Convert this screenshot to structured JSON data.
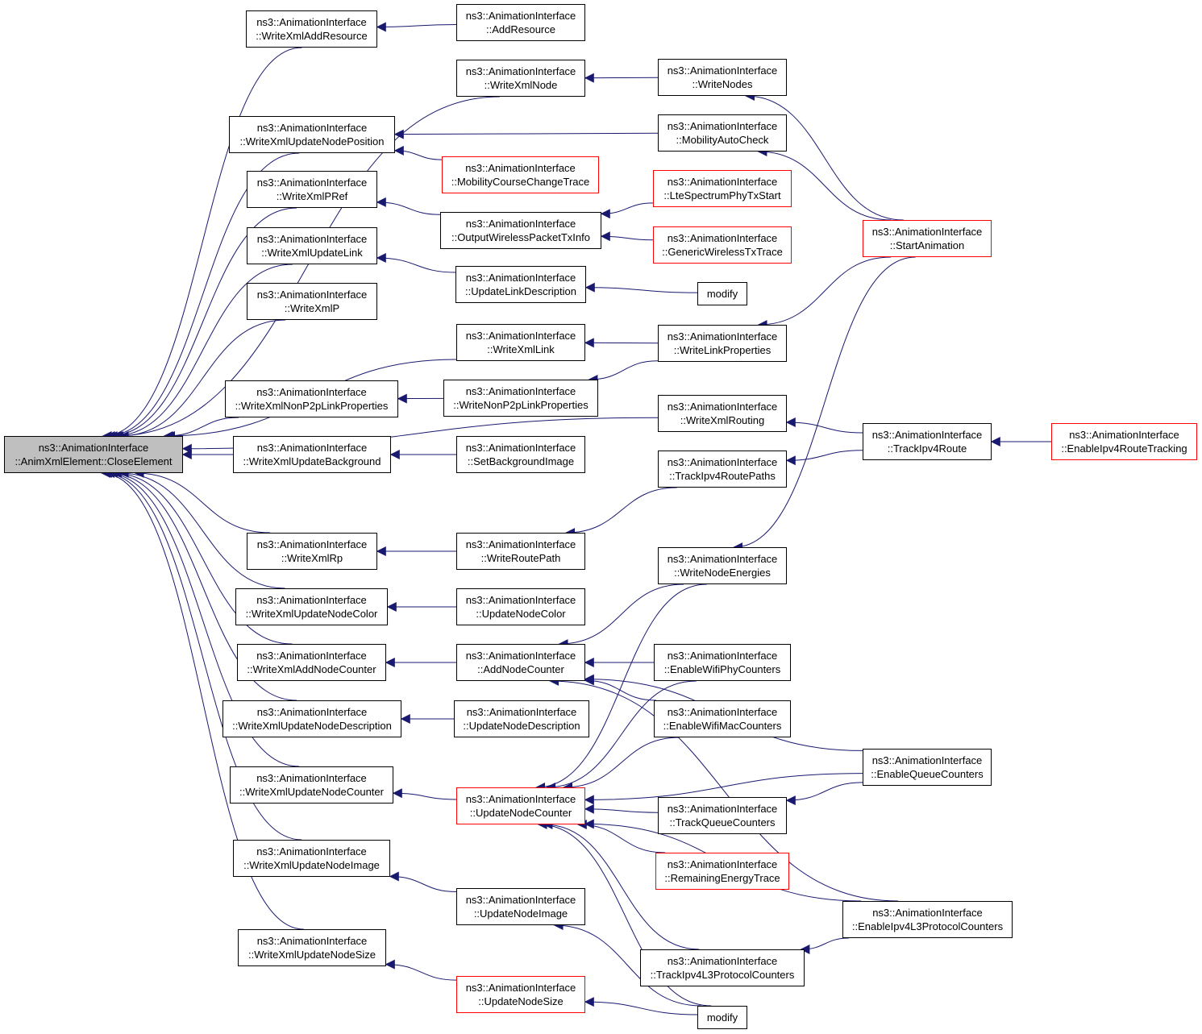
{
  "diagram": {
    "style": {
      "edge_color": "#191970",
      "focus_fill": "#bfbfbf",
      "normal_border": "#000000",
      "incomplete_border": "#ff0000"
    },
    "nodes": [
      {
        "id": "close",
        "line1": "ns3::AnimationInterface",
        "line2": "::AnimXmlElement::CloseElement",
        "kind": "focus"
      },
      {
        "id": "wxAddRes",
        "line1": "ns3::AnimationInterface",
        "line2": "::WriteXmlAddResource",
        "kind": "normal"
      },
      {
        "id": "addRes",
        "line1": "ns3::AnimationInterface",
        "line2": "::AddResource",
        "kind": "normal"
      },
      {
        "id": "wxNode",
        "line1": "ns3::AnimationInterface",
        "line2": "::WriteXmlNode",
        "kind": "normal"
      },
      {
        "id": "writeNodes",
        "line1": "ns3::AnimationInterface",
        "line2": "::WriteNodes",
        "kind": "normal"
      },
      {
        "id": "wxUpdPos",
        "line1": "ns3::AnimationInterface",
        "line2": "::WriteXmlUpdateNodePosition",
        "kind": "normal"
      },
      {
        "id": "mobAuto",
        "line1": "ns3::AnimationInterface",
        "line2": "::MobilityAutoCheck",
        "kind": "normal"
      },
      {
        "id": "mobCourse",
        "line1": "ns3::AnimationInterface",
        "line2": "::MobilityCourseChangeTrace",
        "kind": "red"
      },
      {
        "id": "wxPRef",
        "line1": "ns3::AnimationInterface",
        "line2": "::WriteXmlPRef",
        "kind": "normal"
      },
      {
        "id": "outWireless",
        "line1": "ns3::AnimationInterface",
        "line2": "::OutputWirelessPacketTxInfo",
        "kind": "normal"
      },
      {
        "id": "lteTx",
        "line1": "ns3::AnimationInterface",
        "line2": "::LteSpectrumPhyTxStart",
        "kind": "red"
      },
      {
        "id": "genWireless",
        "line1": "ns3::AnimationInterface",
        "line2": "::GenericWirelessTxTrace",
        "kind": "red"
      },
      {
        "id": "startAnim",
        "line1": "ns3::AnimationInterface",
        "line2": "::StartAnimation",
        "kind": "red"
      },
      {
        "id": "wxUpdLink",
        "line1": "ns3::AnimationInterface",
        "line2": "::WriteXmlUpdateLink",
        "kind": "normal"
      },
      {
        "id": "updLinkDesc",
        "line1": "ns3::AnimationInterface",
        "line2": "::UpdateLinkDescription",
        "kind": "normal"
      },
      {
        "id": "modify1",
        "line1": "modify",
        "line2": "",
        "kind": "normal"
      },
      {
        "id": "wxP",
        "line1": "ns3::AnimationInterface",
        "line2": "::WriteXmlP",
        "kind": "normal"
      },
      {
        "id": "wxLink",
        "line1": "ns3::AnimationInterface",
        "line2": "::WriteXmlLink",
        "kind": "normal"
      },
      {
        "id": "writeLinkProps",
        "line1": "ns3::AnimationInterface",
        "line2": "::WriteLinkProperties",
        "kind": "normal"
      },
      {
        "id": "wxNonP2p",
        "line1": "ns3::AnimationInterface",
        "line2": "::WriteXmlNonP2pLinkProperties",
        "kind": "normal"
      },
      {
        "id": "writeNonP2p",
        "line1": "ns3::AnimationInterface",
        "line2": "::WriteNonP2pLinkProperties",
        "kind": "normal"
      },
      {
        "id": "wxRouting",
        "line1": "ns3::AnimationInterface",
        "line2": "::WriteXmlRouting",
        "kind": "normal"
      },
      {
        "id": "trackIpv4Route",
        "line1": "ns3::AnimationInterface",
        "line2": "::TrackIpv4Route",
        "kind": "normal"
      },
      {
        "id": "enableIpv4Route",
        "line1": "ns3::AnimationInterface",
        "line2": "::EnableIpv4RouteTracking",
        "kind": "red"
      },
      {
        "id": "wxUpdBg",
        "line1": "ns3::AnimationInterface",
        "line2": "::WriteXmlUpdateBackground",
        "kind": "normal"
      },
      {
        "id": "setBg",
        "line1": "ns3::AnimationInterface",
        "line2": "::SetBackgroundImage",
        "kind": "normal"
      },
      {
        "id": "trackRoutePaths",
        "line1": "ns3::AnimationInterface",
        "line2": "::TrackIpv4RoutePaths",
        "kind": "normal"
      },
      {
        "id": "wxRp",
        "line1": "ns3::AnimationInterface",
        "line2": "::WriteXmlRp",
        "kind": "normal"
      },
      {
        "id": "writeRoutePath",
        "line1": "ns3::AnimationInterface",
        "line2": "::WriteRoutePath",
        "kind": "normal"
      },
      {
        "id": "writeNodeEnergies",
        "line1": "ns3::AnimationInterface",
        "line2": "::WriteNodeEnergies",
        "kind": "normal"
      },
      {
        "id": "wxUpdColor",
        "line1": "ns3::AnimationInterface",
        "line2": "::WriteXmlUpdateNodeColor",
        "kind": "normal"
      },
      {
        "id": "updNodeColor",
        "line1": "ns3::AnimationInterface",
        "line2": "::UpdateNodeColor",
        "kind": "normal"
      },
      {
        "id": "wxAddCounter",
        "line1": "ns3::AnimationInterface",
        "line2": "::WriteXmlAddNodeCounter",
        "kind": "normal"
      },
      {
        "id": "addNodeCounter",
        "line1": "ns3::AnimationInterface",
        "line2": "::AddNodeCounter",
        "kind": "normal"
      },
      {
        "id": "enWifiPhy",
        "line1": "ns3::AnimationInterface",
        "line2": "::EnableWifiPhyCounters",
        "kind": "normal"
      },
      {
        "id": "wxUpdDesc",
        "line1": "ns3::AnimationInterface",
        "line2": "::WriteXmlUpdateNodeDescription",
        "kind": "normal"
      },
      {
        "id": "updNodeDesc",
        "line1": "ns3::AnimationInterface",
        "line2": "::UpdateNodeDescription",
        "kind": "normal"
      },
      {
        "id": "enWifiMac",
        "line1": "ns3::AnimationInterface",
        "line2": "::EnableWifiMacCounters",
        "kind": "normal"
      },
      {
        "id": "wxUpdCounter",
        "line1": "ns3::AnimationInterface",
        "line2": "::WriteXmlUpdateNodeCounter",
        "kind": "normal"
      },
      {
        "id": "updNodeCounter",
        "line1": "ns3::AnimationInterface",
        "line2": "::UpdateNodeCounter",
        "kind": "red"
      },
      {
        "id": "enQueue",
        "line1": "ns3::AnimationInterface",
        "line2": "::EnableQueueCounters",
        "kind": "normal"
      },
      {
        "id": "trackQueue",
        "line1": "ns3::AnimationInterface",
        "line2": "::TrackQueueCounters",
        "kind": "normal"
      },
      {
        "id": "remEnergy",
        "line1": "ns3::AnimationInterface",
        "line2": "::RemainingEnergyTrace",
        "kind": "red"
      },
      {
        "id": "wxUpdImage",
        "line1": "ns3::AnimationInterface",
        "line2": "::WriteXmlUpdateNodeImage",
        "kind": "normal"
      },
      {
        "id": "updNodeImage",
        "line1": "ns3::AnimationInterface",
        "line2": "::UpdateNodeImage",
        "kind": "normal"
      },
      {
        "id": "enIpv4L3",
        "line1": "ns3::AnimationInterface",
        "line2": "::EnableIpv4L3ProtocolCounters",
        "kind": "normal"
      },
      {
        "id": "wxUpdSize",
        "line1": "ns3::AnimationInterface",
        "line2": "::WriteXmlUpdateNodeSize",
        "kind": "normal"
      },
      {
        "id": "trackIpv4L3",
        "line1": "ns3::AnimationInterface",
        "line2": "::TrackIpv4L3ProtocolCounters",
        "kind": "normal"
      },
      {
        "id": "updNodeSize",
        "line1": "ns3::AnimationInterface",
        "line2": "::UpdateNodeSize",
        "kind": "red"
      },
      {
        "id": "modify2",
        "line1": "modify",
        "line2": "",
        "kind": "normal"
      }
    ],
    "edges": [
      {
        "from": "wxAddRes",
        "to": "close"
      },
      {
        "from": "wxNode",
        "to": "close"
      },
      {
        "from": "wxUpdPos",
        "to": "close"
      },
      {
        "from": "wxPRef",
        "to": "close"
      },
      {
        "from": "wxUpdLink",
        "to": "close"
      },
      {
        "from": "wxP",
        "to": "close"
      },
      {
        "from": "wxLink",
        "to": "close"
      },
      {
        "from": "wxNonP2p",
        "to": "close"
      },
      {
        "from": "wxUpdBg",
        "to": "close"
      },
      {
        "from": "wxRouting",
        "to": "close"
      },
      {
        "from": "wxRp",
        "to": "close"
      },
      {
        "from": "wxUpdColor",
        "to": "close"
      },
      {
        "from": "wxAddCounter",
        "to": "close"
      },
      {
        "from": "wxUpdDesc",
        "to": "close"
      },
      {
        "from": "wxUpdCounter",
        "to": "close"
      },
      {
        "from": "wxUpdImage",
        "to": "close"
      },
      {
        "from": "wxUpdSize",
        "to": "close"
      },
      {
        "from": "addRes",
        "to": "wxAddRes"
      },
      {
        "from": "writeNodes",
        "to": "wxNode"
      },
      {
        "from": "startAnim",
        "to": "writeNodes"
      },
      {
        "from": "mobAuto",
        "to": "wxUpdPos"
      },
      {
        "from": "mobCourse",
        "to": "wxUpdPos"
      },
      {
        "from": "startAnim",
        "to": "mobAuto"
      },
      {
        "from": "outWireless",
        "to": "wxPRef"
      },
      {
        "from": "lteTx",
        "to": "outWireless"
      },
      {
        "from": "genWireless",
        "to": "outWireless"
      },
      {
        "from": "updLinkDesc",
        "to": "wxUpdLink"
      },
      {
        "from": "modify1",
        "to": "updLinkDesc"
      },
      {
        "from": "writeLinkProps",
        "to": "wxLink"
      },
      {
        "from": "startAnim",
        "to": "writeLinkProps"
      },
      {
        "from": "writeNonP2p",
        "to": "wxNonP2p"
      },
      {
        "from": "writeLinkProps",
        "to": "writeNonP2p"
      },
      {
        "from": "setBg",
        "to": "wxUpdBg"
      },
      {
        "from": "trackIpv4Route",
        "to": "wxRouting"
      },
      {
        "from": "trackIpv4Route",
        "to": "trackRoutePaths"
      },
      {
        "from": "enableIpv4Route",
        "to": "trackIpv4Route"
      },
      {
        "from": "writeRoutePath",
        "to": "wxRp"
      },
      {
        "from": "trackRoutePaths",
        "to": "writeRoutePath"
      },
      {
        "from": "startAnim",
        "to": "writeNodeEnergies"
      },
      {
        "from": "updNodeColor",
        "to": "wxUpdColor"
      },
      {
        "from": "addNodeCounter",
        "to": "wxAddCounter"
      },
      {
        "from": "writeNodeEnergies",
        "to": "addNodeCounter"
      },
      {
        "from": "enQueue",
        "to": "addNodeCounter"
      },
      {
        "from": "enWifiPhy",
        "to": "addNodeCounter"
      },
      {
        "from": "enWifiMac",
        "to": "addNodeCounter"
      },
      {
        "from": "enIpv4L3",
        "to": "addNodeCounter"
      },
      {
        "from": "updNodeDesc",
        "to": "wxUpdDesc"
      },
      {
        "from": "updNodeCounter",
        "to": "wxUpdCounter"
      },
      {
        "from": "writeNodeEnergies",
        "to": "updNodeCounter"
      },
      {
        "from": "enWifiPhy",
        "to": "updNodeCounter"
      },
      {
        "from": "enWifiMac",
        "to": "updNodeCounter"
      },
      {
        "from": "enQueue",
        "to": "updNodeCounter"
      },
      {
        "from": "trackQueue",
        "to": "updNodeCounter"
      },
      {
        "from": "remEnergy",
        "to": "updNodeCounter"
      },
      {
        "from": "enIpv4L3",
        "to": "updNodeCounter"
      },
      {
        "from": "trackIpv4L3",
        "to": "updNodeCounter"
      },
      {
        "from": "modify2",
        "to": "updNodeCounter"
      },
      {
        "from": "enQueue",
        "to": "trackQueue"
      },
      {
        "from": "enIpv4L3",
        "to": "trackIpv4L3"
      },
      {
        "from": "updNodeImage",
        "to": "wxUpdImage"
      },
      {
        "from": "modify2",
        "to": "updNodeImage"
      },
      {
        "from": "updNodeSize",
        "to": "wxUpdSize"
      },
      {
        "from": "modify2",
        "to": "updNodeSize"
      }
    ]
  }
}
